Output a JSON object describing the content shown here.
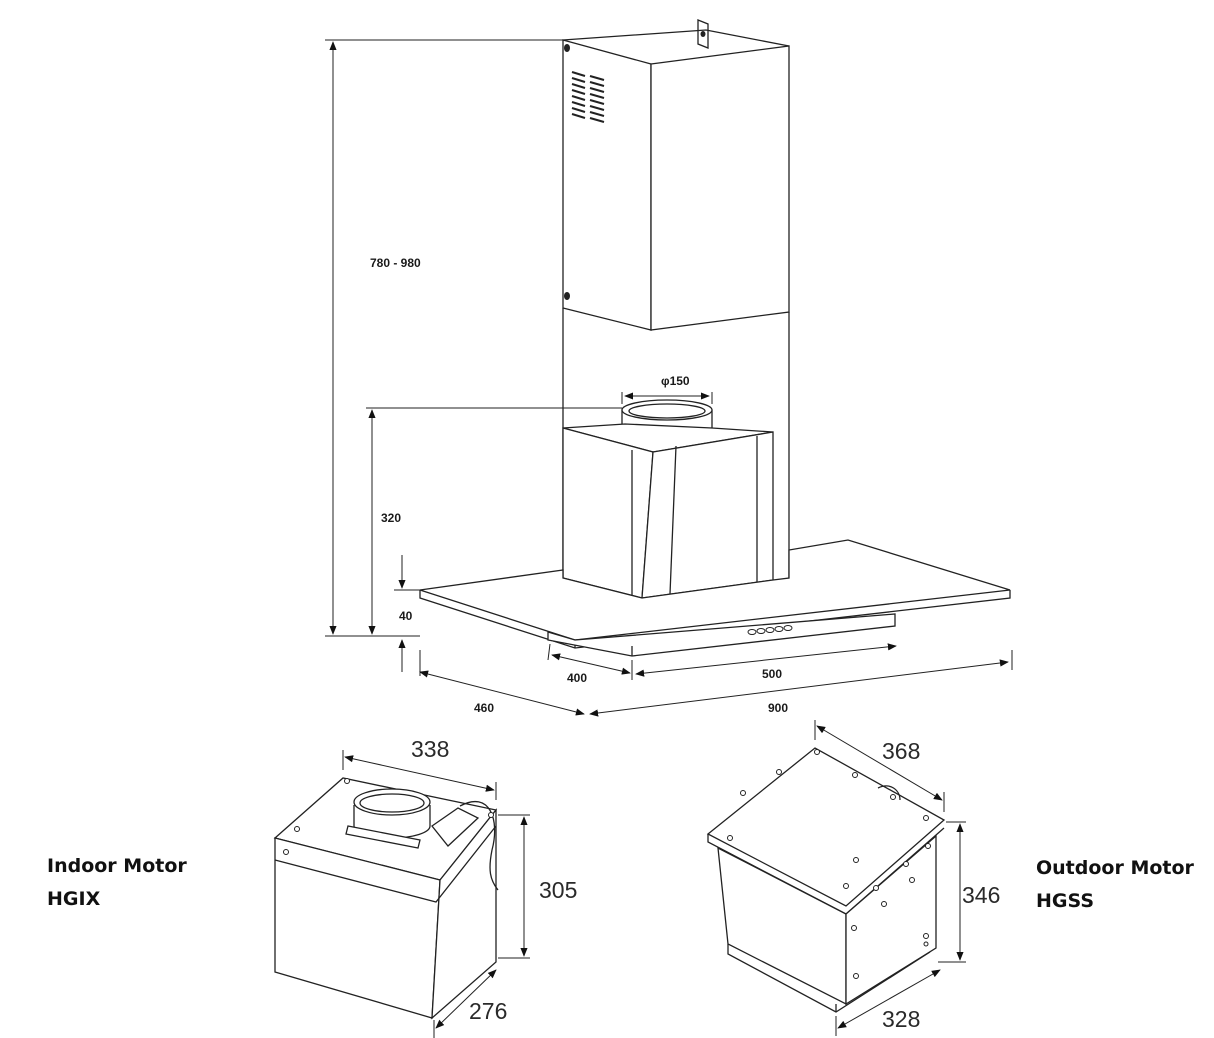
{
  "hood": {
    "height_range": "780 - 980",
    "duct_diameter": "φ150",
    "motor_box_height": "320",
    "canopy_thickness": "40",
    "front_depth": "400",
    "front_width": "500",
    "total_depth": "460",
    "total_width": "900"
  },
  "indoor_motor": {
    "title": "Indoor Motor",
    "model": "HGIX",
    "width": "338",
    "height": "305",
    "depth": "276"
  },
  "outdoor_motor": {
    "title": "Outdoor Motor",
    "model": "HGSS",
    "width": "368",
    "height": "346",
    "depth": "328"
  },
  "colors": {
    "line": "#222222",
    "fill": "#ffffff"
  }
}
